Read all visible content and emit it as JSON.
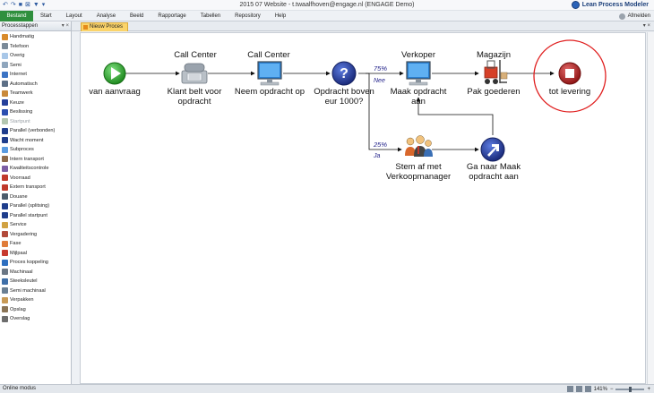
{
  "window": {
    "title": "2015 07 Website - t.twaalfhoven@engage.nl (ENGAGE Demo)",
    "brand": "Lean Process Modeler"
  },
  "menu": {
    "file": "Bestand",
    "items": [
      "Start",
      "Layout",
      "Analyse",
      "Beeld",
      "Rapportage",
      "Tabellen",
      "Repository",
      "Help"
    ],
    "logout": "Afmelden"
  },
  "left_panel": {
    "title": "Processtappen",
    "items": [
      {
        "label": "Handmatig",
        "color": "#d98b2b"
      },
      {
        "label": "Telefoon",
        "color": "#7b8a98"
      },
      {
        "label": "Overig",
        "color": "#a8c7e8"
      },
      {
        "label": "Semi",
        "color": "#8fa6bd"
      },
      {
        "label": "Internet",
        "color": "#3b73c4"
      },
      {
        "label": "Automatisch",
        "color": "#5c6f86"
      },
      {
        "label": "Teamwerk",
        "color": "#c9893a"
      },
      {
        "label": "Keuze",
        "color": "#243f9a"
      },
      {
        "label": "Beslissing",
        "color": "#2b4fb0"
      },
      {
        "label": "Startpunt",
        "color": "#b3c6b0",
        "muted": true
      },
      {
        "label": "Parallel (verbonden)",
        "color": "#1f3d8c"
      },
      {
        "label": "Wacht moment",
        "color": "#1f3d8c"
      },
      {
        "label": "Subproces",
        "color": "#5a9be0"
      },
      {
        "label": "Intern transport",
        "color": "#8d6a4a"
      },
      {
        "label": "Kwaliteitscontrole",
        "color": "#7c5da3"
      },
      {
        "label": "Voorraad",
        "color": "#c0392b"
      },
      {
        "label": "Extern transport",
        "color": "#c0392b"
      },
      {
        "label": "Douane",
        "color": "#4b5b6b"
      },
      {
        "label": "Parallel (splitsing)",
        "color": "#1f3d8c"
      },
      {
        "label": "Parallel startpunt",
        "color": "#1f3d8c"
      },
      {
        "label": "Service",
        "color": "#d1a242"
      },
      {
        "label": "Vergadering",
        "color": "#b24a3a"
      },
      {
        "label": "Fase",
        "color": "#e07b39"
      },
      {
        "label": "Mijlpaal",
        "color": "#c73a2f"
      },
      {
        "label": "Proces koppeling",
        "color": "#2e6fc0"
      },
      {
        "label": "Machinaal",
        "color": "#6b7785"
      },
      {
        "label": "Steeksleutel",
        "color": "#3f6fa8"
      },
      {
        "label": "Semi machinaal",
        "color": "#6a7f93"
      },
      {
        "label": "Verpakken",
        "color": "#c89a56"
      },
      {
        "label": "Opslag",
        "color": "#8a7456"
      },
      {
        "label": "Overslag",
        "color": "#6d6d6d"
      }
    ]
  },
  "tabs": [
    {
      "label": "Nieuw Proces"
    }
  ],
  "process": {
    "lanes": {
      "call1": "Call Center",
      "call2": "Call Center",
      "verkoper": "Verkoper",
      "magazijn": "Magazijn"
    },
    "nodes": {
      "start": "van aanvraag",
      "klant": "Klant belt voor opdracht",
      "neem": "Neem opdracht op",
      "vraag": "Opdracht boven eur 1000?",
      "maak": "Maak opdracht aan",
      "pak": "Pak goederen",
      "eind": "tot levering",
      "stem": "Stem af met Verkoopmanager",
      "ga": "Ga naar Maak opdracht aan"
    },
    "branches": {
      "top_pct": "75%",
      "top_cond": "Nee",
      "bottom_pct": "25%",
      "bottom_cond": "Ja"
    }
  },
  "status": {
    "mode": "Online modus",
    "zoom": "141%"
  },
  "colors": {
    "accent_green": "#2f8f3e",
    "highlight_circle": "#e02020",
    "tab_yellow": "#fbd46a",
    "start_green": "#3aa83a",
    "stop_red": "#b52a2a",
    "question_blue": "#233b9a"
  }
}
